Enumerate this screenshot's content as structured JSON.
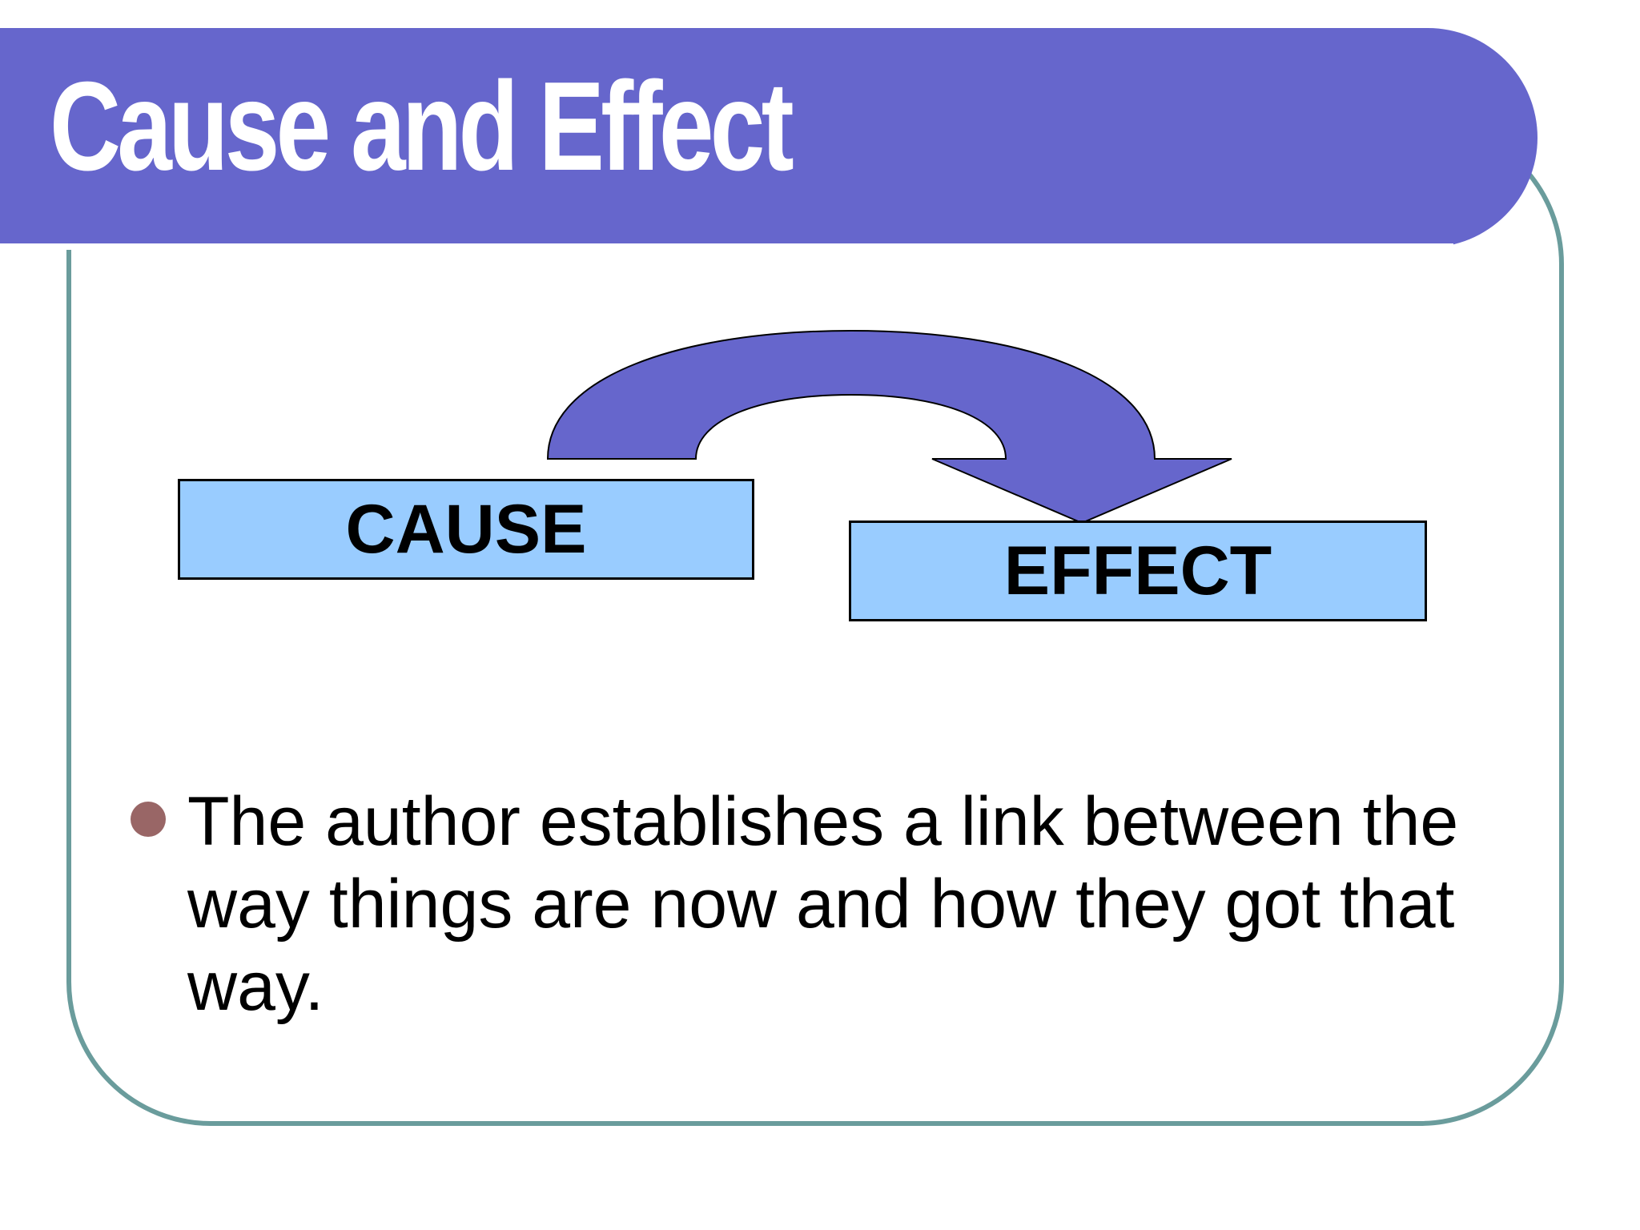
{
  "slide": {
    "title": "Cause and Effect",
    "diagram": {
      "cause_label": "CAUSE",
      "effect_label": "EFFECT"
    },
    "bullets": [
      {
        "text": "The author establishes a link between the way things are now and how they got that way."
      }
    ]
  },
  "colors": {
    "title_bar": "#6666cc",
    "title_text": "#ffffff",
    "frame_border": "#6a9c9c",
    "box_fill": "#99ccff",
    "arrow_fill": "#6666cc",
    "bullet_dot": "#996666"
  }
}
